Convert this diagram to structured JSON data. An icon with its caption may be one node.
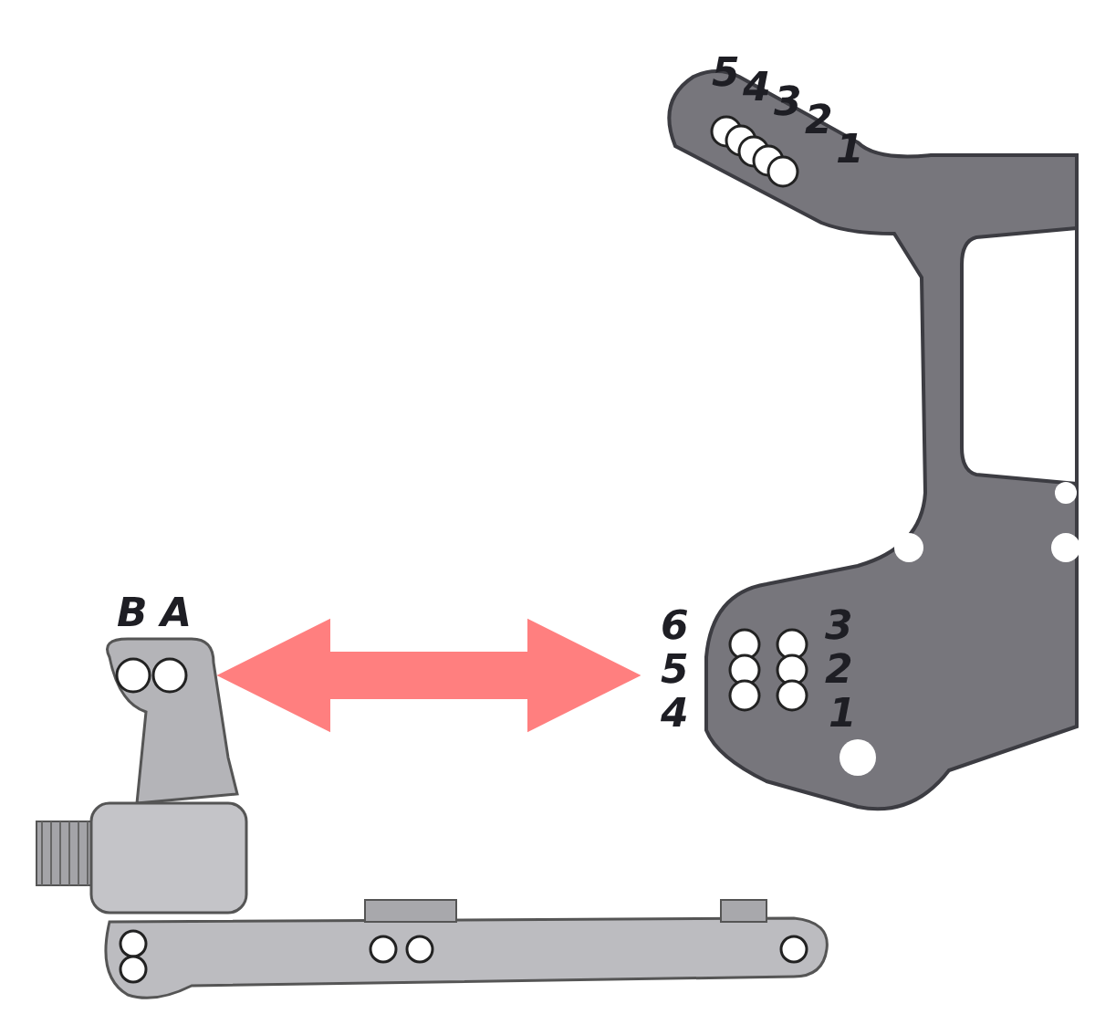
{
  "diagram": {
    "nodes": [
      {
        "text": [],
        "shape": "picture"
      },
      {
        "text": [],
        "shape": "picture"
      }
    ],
    "edges": [
      {
        "from": 1,
        "to": 0,
        "arrow": "both"
      }
    ],
    "labels": [
      "5",
      "4",
      "3",
      "2",
      "1",
      "B",
      "A",
      "6",
      "3",
      "5",
      "2",
      "4",
      "1"
    ]
  }
}
